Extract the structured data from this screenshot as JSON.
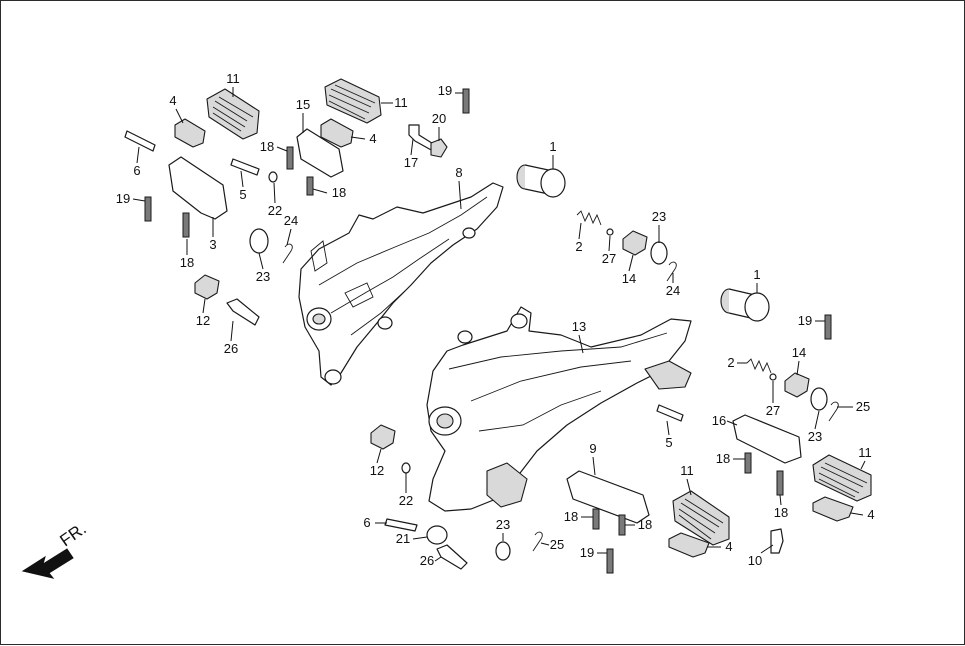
{
  "direction": {
    "label": "FR.",
    "icon": "front-direction-arrow-icon"
  },
  "callouts": [
    {
      "key": "c11a",
      "num": "11"
    },
    {
      "key": "c4a",
      "num": "4"
    },
    {
      "key": "c6a",
      "num": "6"
    },
    {
      "key": "c19a",
      "num": "19"
    },
    {
      "key": "c3",
      "num": "3"
    },
    {
      "key": "c18a",
      "num": "18"
    },
    {
      "key": "c5a",
      "num": "5"
    },
    {
      "key": "c22a",
      "num": "22"
    },
    {
      "key": "c24a",
      "num": "24"
    },
    {
      "key": "c23a",
      "num": "23"
    },
    {
      "key": "c12a",
      "num": "12"
    },
    {
      "key": "c26a",
      "num": "26"
    },
    {
      "key": "c18b",
      "num": "18"
    },
    {
      "key": "c15",
      "num": "15"
    },
    {
      "key": "c18c",
      "num": "18"
    },
    {
      "key": "c11b",
      "num": "11"
    },
    {
      "key": "c4b",
      "num": "4"
    },
    {
      "key": "c19b",
      "num": "19"
    },
    {
      "key": "c20",
      "num": "20"
    },
    {
      "key": "c17",
      "num": "17"
    },
    {
      "key": "c8",
      "num": "8"
    },
    {
      "key": "c1a",
      "num": "1"
    },
    {
      "key": "c2a",
      "num": "2"
    },
    {
      "key": "c27a",
      "num": "27"
    },
    {
      "key": "c23b",
      "num": "23"
    },
    {
      "key": "c14a",
      "num": "14"
    },
    {
      "key": "c24b",
      "num": "24"
    },
    {
      "key": "c1b",
      "num": "1"
    },
    {
      "key": "c19c",
      "num": "19"
    },
    {
      "key": "c13",
      "num": "13"
    },
    {
      "key": "c2b",
      "num": "2"
    },
    {
      "key": "c14b",
      "num": "14"
    },
    {
      "key": "c27b",
      "num": "27"
    },
    {
      "key": "c25a",
      "num": "25"
    },
    {
      "key": "c23c",
      "num": "23"
    },
    {
      "key": "c5b",
      "num": "5"
    },
    {
      "key": "c16",
      "num": "16"
    },
    {
      "key": "c18d",
      "num": "18"
    },
    {
      "key": "c11c",
      "num": "11"
    },
    {
      "key": "c11d",
      "num": "11"
    },
    {
      "key": "c18e",
      "num": "18"
    },
    {
      "key": "c4c",
      "num": "4"
    },
    {
      "key": "c9",
      "num": "9"
    },
    {
      "key": "c12b",
      "num": "12"
    },
    {
      "key": "c22b",
      "num": "22"
    },
    {
      "key": "c6b",
      "num": "6"
    },
    {
      "key": "c21",
      "num": "21"
    },
    {
      "key": "c26b",
      "num": "26"
    },
    {
      "key": "c23d",
      "num": "23"
    },
    {
      "key": "c25b",
      "num": "25"
    },
    {
      "key": "c18f",
      "num": "18"
    },
    {
      "key": "c18g",
      "num": "18"
    },
    {
      "key": "c19d",
      "num": "19"
    },
    {
      "key": "c4d",
      "num": "4"
    },
    {
      "key": "c10",
      "num": "10"
    }
  ]
}
